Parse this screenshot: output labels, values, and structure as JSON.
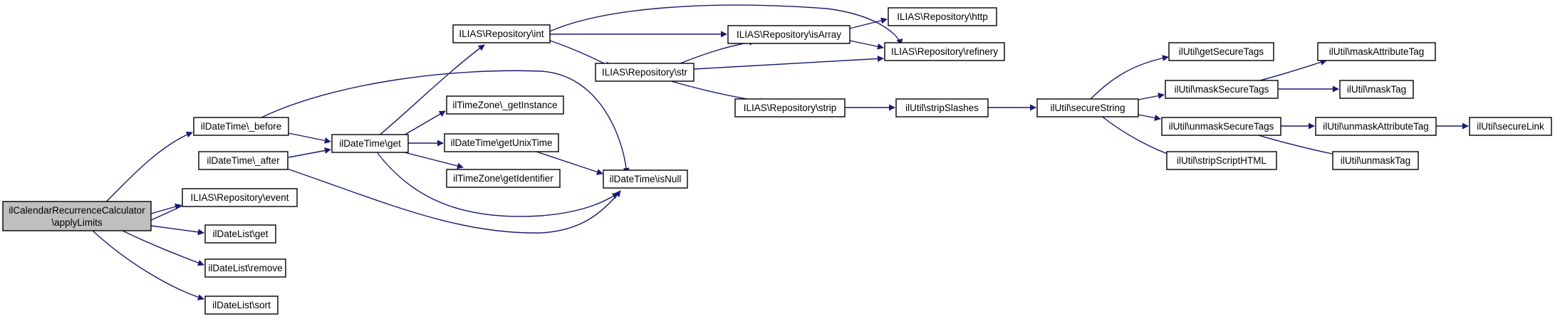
{
  "nodes": {
    "root": [
      "ilCalendarRecurrenceCalculator",
      "\\applyLimits"
    ],
    "before": "ilDateTime\\_before",
    "after": "ilDateTime\\_after",
    "event": "ILIAS\\Repository\\event",
    "dlget": "ilDateList\\get",
    "dlremove": "ilDateList\\remove",
    "dlsort": "ilDateList\\sort",
    "dtget": "ilDateTime\\get",
    "tzinst": "ilTimeZone\\_getInstance",
    "unix": "ilDateTime\\getUnixTime",
    "tzid": "ilTimeZone\\getIdentifier",
    "isnull": "ilDateTime\\isNull",
    "int": "ILIAS\\Repository\\int",
    "str": "ILIAS\\Repository\\str",
    "isarray": "ILIAS\\Repository\\isArray",
    "http": "ILIAS\\Repository\\http",
    "refinery": "ILIAS\\Repository\\refinery",
    "strip": "ILIAS\\Repository\\strip",
    "stripslashes": "ilUtil\\stripSlashes",
    "securestring": "ilUtil\\secureString",
    "getsecuretags": "ilUtil\\getSecureTags",
    "masksecuretags": "ilUtil\\maskSecureTags",
    "unmasksecuretags": "ilUtil\\unmaskSecureTags",
    "stripscript": "ilUtil\\stripScriptHTML",
    "maskattr": "ilUtil\\maskAttributeTag",
    "masktag": "ilUtil\\maskTag",
    "unmaskattr": "ilUtil\\unmaskAttributeTag",
    "unmasktag": "ilUtil\\unmaskTag",
    "securelink": "ilUtil\\secureLink"
  },
  "colors": {
    "edge": "#191970",
    "root_fill": "#bfbfbf",
    "node_fill": "#ffffff",
    "border": "#000000"
  }
}
